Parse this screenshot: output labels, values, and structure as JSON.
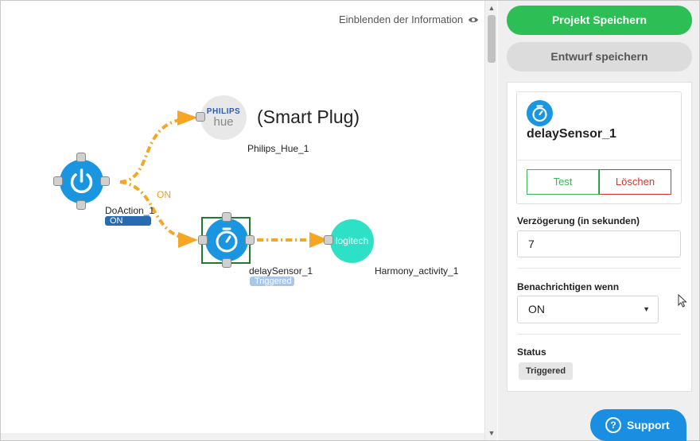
{
  "canvas": {
    "info_toggle_label": "Einblenden der Information",
    "annotation": "(Smart Plug)",
    "nodes": {
      "doaction": {
        "label": "DoAction_1",
        "badge": "ON"
      },
      "philips_hue": {
        "label": "Philips_Hue_1",
        "logo_top": "PHILIPS",
        "logo_bottom": "hue"
      },
      "delay_sensor": {
        "label": "delaySensor_1",
        "badge": "Triggered"
      },
      "harmony": {
        "label": "Harmony_activity_1",
        "logo": "logitech"
      }
    },
    "edge_label": "ON",
    "colors": {
      "node_blue": "#1a96e0",
      "edge_orange": "#f5a623",
      "selection_green": "#1e7a2e"
    }
  },
  "toolbar": {
    "save_project_label": "Projekt Speichern",
    "save_draft_label": "Entwurf speichern"
  },
  "properties": {
    "card": {
      "icon": "stopwatch-icon",
      "title": "delaySensor_1",
      "test_label": "Test",
      "delete_label": "Löschen"
    },
    "delay": {
      "label": "Verzögerung (in sekunden)",
      "value": "7"
    },
    "notify": {
      "label": "Benachrichtigen wenn",
      "selected": "ON"
    },
    "status": {
      "label": "Status",
      "value": "Triggered"
    }
  },
  "support": {
    "label": "Support"
  }
}
